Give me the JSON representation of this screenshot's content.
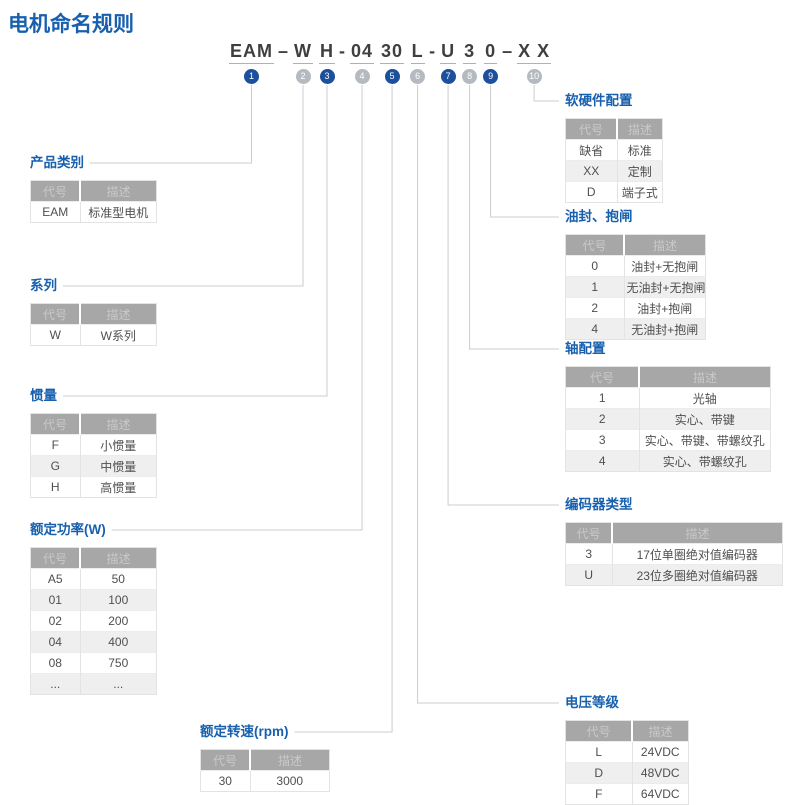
{
  "page_title": "电机命名规则",
  "model_code": {
    "segments": [
      {
        "text": "EAM",
        "underline": true,
        "circle": 1,
        "style": "primary"
      },
      {
        "text": "–",
        "underline": false
      },
      {
        "text": "W",
        "underline": true,
        "circle": 2,
        "style": "muted"
      },
      {
        "text": "H",
        "underline": true,
        "circle": 3,
        "style": "primary"
      },
      {
        "text": "-",
        "underline": false
      },
      {
        "text": "04",
        "underline": true,
        "circle": 4,
        "style": "muted"
      },
      {
        "text": "30",
        "underline": true,
        "circle": 5,
        "style": "primary"
      },
      {
        "text": "L",
        "underline": true,
        "circle": 6,
        "style": "muted"
      },
      {
        "text": "-",
        "underline": false
      },
      {
        "text": "U",
        "underline": true,
        "circle": 7,
        "style": "primary"
      },
      {
        "text": "3",
        "underline": true,
        "circle": 8,
        "style": "muted"
      },
      {
        "text": "0",
        "underline": true,
        "circle": 9,
        "style": "primary"
      },
      {
        "text": "–",
        "underline": false
      },
      {
        "text": "X X",
        "underline": true,
        "circle": 10,
        "style": "muted"
      }
    ]
  },
  "colors": {
    "title_blue": "#1860ae",
    "circle_primary": "#1c4f9c",
    "circle_muted": "#b4bac0",
    "connector_line": "#c9ccd0",
    "table_header_bg": "#a7a7a7",
    "table_alt_row_bg": "#efefef"
  },
  "sections": [
    {
      "num": 1,
      "title": "产品类别",
      "headers": [
        "代号",
        "描述"
      ],
      "rows": [
        [
          "EAM",
          "标准型电机"
        ]
      ]
    },
    {
      "num": 2,
      "title": "系列",
      "headers": [
        "代号",
        "描述"
      ],
      "rows": [
        [
          "W",
          "W系列"
        ]
      ]
    },
    {
      "num": 3,
      "title": "惯量",
      "headers": [
        "代号",
        "描述"
      ],
      "rows": [
        [
          "F",
          "小惯量"
        ],
        [
          "G",
          "中惯量"
        ],
        [
          "H",
          "高惯量"
        ]
      ]
    },
    {
      "num": 4,
      "title": "额定功率(W)",
      "headers": [
        "代号",
        "描述"
      ],
      "rows": [
        [
          "A5",
          "50"
        ],
        [
          "01",
          "100"
        ],
        [
          "02",
          "200"
        ],
        [
          "04",
          "400"
        ],
        [
          "08",
          "750"
        ],
        [
          "...",
          "..."
        ]
      ]
    },
    {
      "num": 5,
      "title": "额定转速(rpm)",
      "headers": [
        "代号",
        "描述"
      ],
      "rows": [
        [
          "30",
          "3000"
        ]
      ]
    },
    {
      "num": 6,
      "title": "电压等级",
      "headers": [
        "代号",
        "描述"
      ],
      "rows": [
        [
          "L",
          "24VDC"
        ],
        [
          "D",
          "48VDC"
        ],
        [
          "F",
          "64VDC"
        ]
      ]
    },
    {
      "num": 7,
      "title": "编码器类型",
      "headers": [
        "代号",
        "描述"
      ],
      "rows": [
        [
          "3",
          "17位单圈绝对值编码器"
        ],
        [
          "U",
          "23位多圈绝对值编码器"
        ]
      ]
    },
    {
      "num": 8,
      "title": "轴配置",
      "headers": [
        "代号",
        "描述"
      ],
      "rows": [
        [
          "1",
          "光轴"
        ],
        [
          "2",
          "实心、带键"
        ],
        [
          "3",
          "实心、带键、带螺纹孔"
        ],
        [
          "4",
          "实心、带螺纹孔"
        ]
      ]
    },
    {
      "num": 9,
      "title": "油封、抱闸",
      "headers": [
        "代号",
        "描述"
      ],
      "rows": [
        [
          "0",
          "油封+无抱闸"
        ],
        [
          "1",
          "无油封+无抱闸"
        ],
        [
          "2",
          "油封+抱闸"
        ],
        [
          "4",
          "无油封+抱闸"
        ]
      ]
    },
    {
      "num": 10,
      "title": "软硬件配置",
      "headers": [
        "代号",
        "描述"
      ],
      "rows": [
        [
          "缺省",
          "标准"
        ],
        [
          "XX",
          "定制"
        ],
        [
          "D",
          "端子式"
        ]
      ]
    }
  ]
}
